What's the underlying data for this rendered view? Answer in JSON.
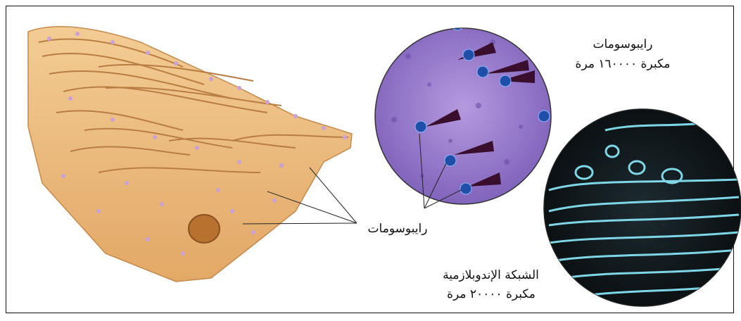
{
  "labels": {
    "ribosomes_micro_name": "رايبوسومات",
    "ribosomes_micro_mag": "مكبرة ١٦٠٠٠٠ مرة",
    "ribosomes_callout": "رايبوسومات",
    "er_name": "الشبكة الإندوبلازمية",
    "er_mag": "مكبرة ٢٠٠٠٠ مرة"
  },
  "colors": {
    "er_membrane": "#e7b67a",
    "er_edge": "#c48a4c",
    "ribosome_dot": "#c9a1d6",
    "micrograph_purple": "#9a7fd0",
    "ribosome_blue": "#1f4fa8",
    "micrograph_dark": "#0d1418",
    "membrane_cyan": "#7fd6e6"
  },
  "icons": [
    "er-illustration",
    "ribosome-micrograph",
    "er-micrograph"
  ]
}
